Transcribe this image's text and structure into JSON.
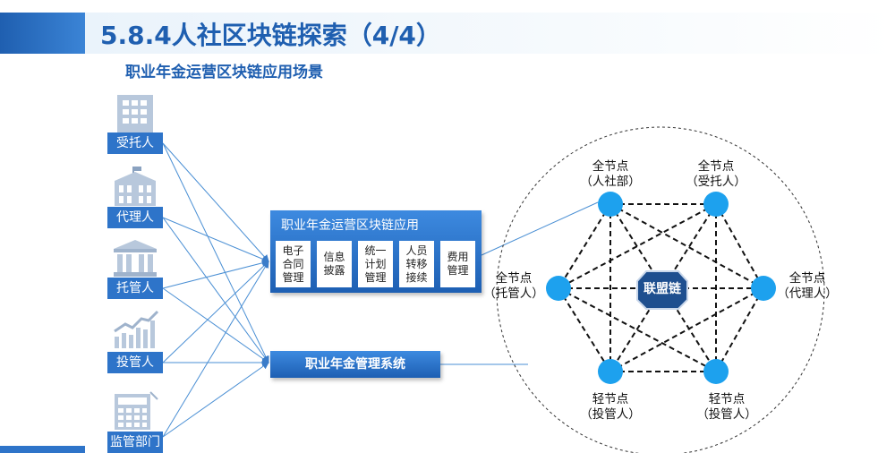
{
  "header": {
    "title": "5.8.4人社区块链探索（4/4）",
    "subtitle": "职业年金运营区块链应用场景"
  },
  "actors": [
    {
      "label": "受托人",
      "icon": "building-icon"
    },
    {
      "label": "代理人",
      "icon": "bank-building-icon"
    },
    {
      "label": "托管人",
      "icon": "columns-building-icon"
    },
    {
      "label": "投管人",
      "icon": "growth-chart-icon"
    },
    {
      "label": "监管部门",
      "icon": "calculator-icon"
    }
  ],
  "application": {
    "title": "职业年金运营区块链应用",
    "items": [
      "电子\n合同\n管理",
      "信息\n披露",
      "统一\n计划\n管理",
      "人员\n转移\n接续",
      "费用\n管理"
    ]
  },
  "system": {
    "label": "职业年金管理系统"
  },
  "network": {
    "center_label": "联盟链",
    "nodes": [
      {
        "line1": "全节点",
        "line2": "（人社部）"
      },
      {
        "line1": "全节点",
        "line2": "（受托人）"
      },
      {
        "line1": "全节点",
        "line2": "（托管人）"
      },
      {
        "line1": "全节点",
        "line2": "（代理人）"
      },
      {
        "line1": "轻节点",
        "line2": "（投管人）"
      },
      {
        "line1": "轻节点",
        "line2": "（投管人）"
      }
    ]
  },
  "colors": {
    "primary": "#1f5fb0",
    "accent": "#2e74c9",
    "node": "#1da1ee",
    "center": "#1e4f8f"
  }
}
